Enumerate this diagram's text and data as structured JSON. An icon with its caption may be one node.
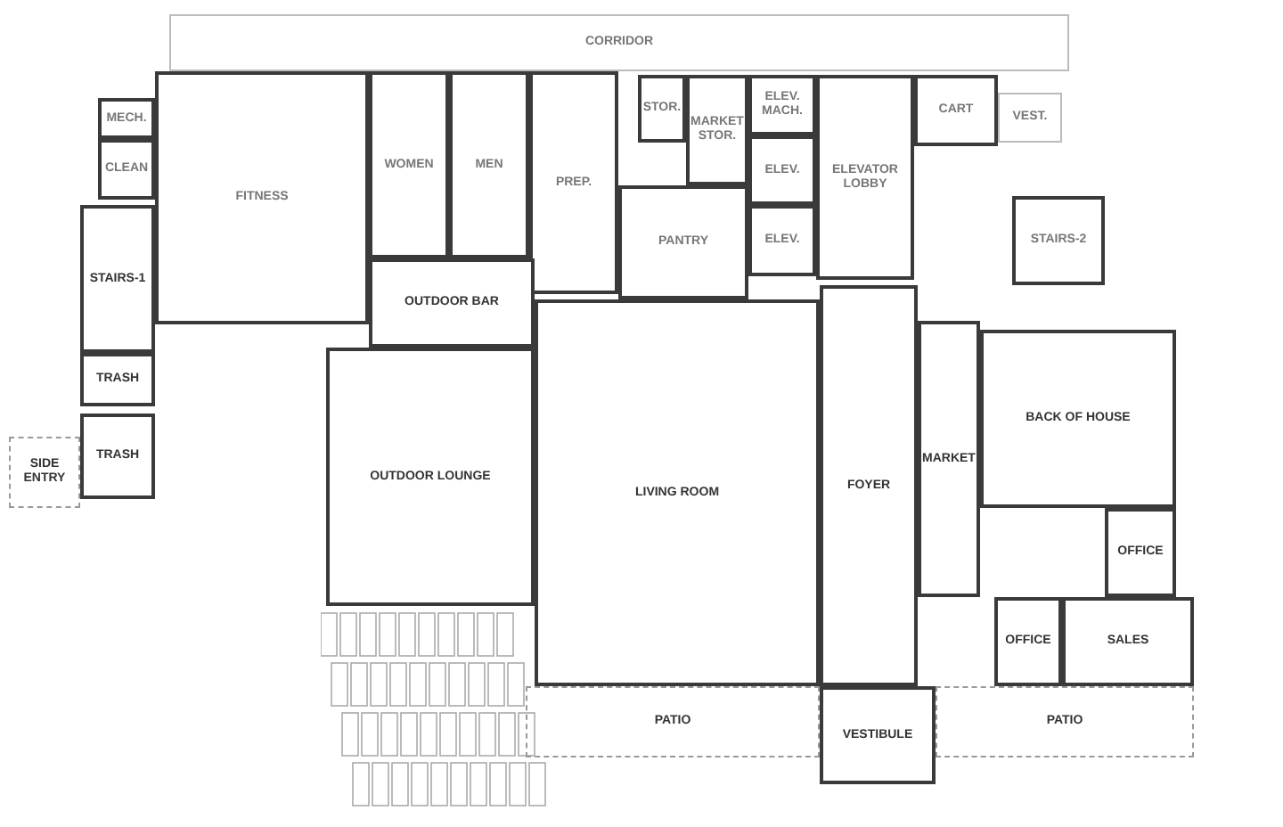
{
  "diagram": {
    "nodes": [
      {
        "text": [
          "CORRIDOR"
        ]
      },
      {
        "text": [
          "MECH."
        ]
      },
      {
        "text": [
          "CLEAN"
        ]
      },
      {
        "text": [
          "FITNESS"
        ]
      },
      {
        "text": [
          "WOMEN"
        ]
      },
      {
        "text": [
          "MEN"
        ]
      },
      {
        "text": [
          "PREP."
        ]
      },
      {
        "text": [
          "STOR."
        ]
      },
      {
        "text": [
          "MARKET STOR."
        ]
      },
      {
        "text": [
          "ELEV. MACH."
        ]
      },
      {
        "text": [
          "CART"
        ]
      },
      {
        "text": [
          "VEST."
        ]
      },
      {
        "text": [
          "ELEV."
        ]
      },
      {
        "text": [
          "ELEVATOR LOBBY"
        ]
      },
      {
        "text": [
          "ELEV."
        ]
      },
      {
        "text": [
          "PANTRY"
        ]
      },
      {
        "text": [
          "STAIRS-2"
        ]
      },
      {
        "text": [
          "OUTDOOR BAR"
        ]
      },
      {
        "text": [
          "STAIRS-1"
        ]
      },
      {
        "text": [
          "TRASH"
        ]
      },
      {
        "text": [
          "MARKET"
        ]
      },
      {
        "text": [
          "BACK OF HOUSE"
        ]
      },
      {
        "text": [
          "TRASH"
        ]
      },
      {
        "text": [
          "SIDE ENTRY"
        ]
      },
      {
        "text": [
          "OUTDOOR LOUNGE"
        ]
      },
      {
        "text": [
          "LIVING ROOM"
        ]
      },
      {
        "text": [
          "FOYER"
        ]
      },
      {
        "text": [
          "OFFICE"
        ]
      },
      {
        "text": [
          "OFFICE"
        ]
      },
      {
        "text": [
          "SALES"
        ]
      },
      {
        "text": [
          "PATIO"
        ]
      },
      {
        "text": [
          "VESTIBULE"
        ]
      },
      {
        "text": [
          "PATIO"
        ]
      }
    ]
  }
}
